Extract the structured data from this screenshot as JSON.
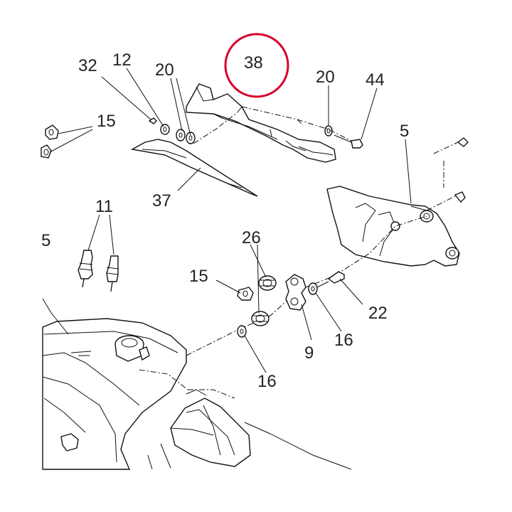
{
  "diagram": {
    "highlight_color": "#d6002a",
    "labels": {
      "p38": "38",
      "p32": "32",
      "p12": "12",
      "p20a": "20",
      "p20b": "20",
      "p44": "44",
      "p15a": "15",
      "p5": "5",
      "p37": "37",
      "p11": "11",
      "p5left": "5",
      "p26": "26",
      "p15b": "15",
      "p22": "22",
      "p9": "9",
      "p16a": "16",
      "p16b": "16"
    }
  }
}
